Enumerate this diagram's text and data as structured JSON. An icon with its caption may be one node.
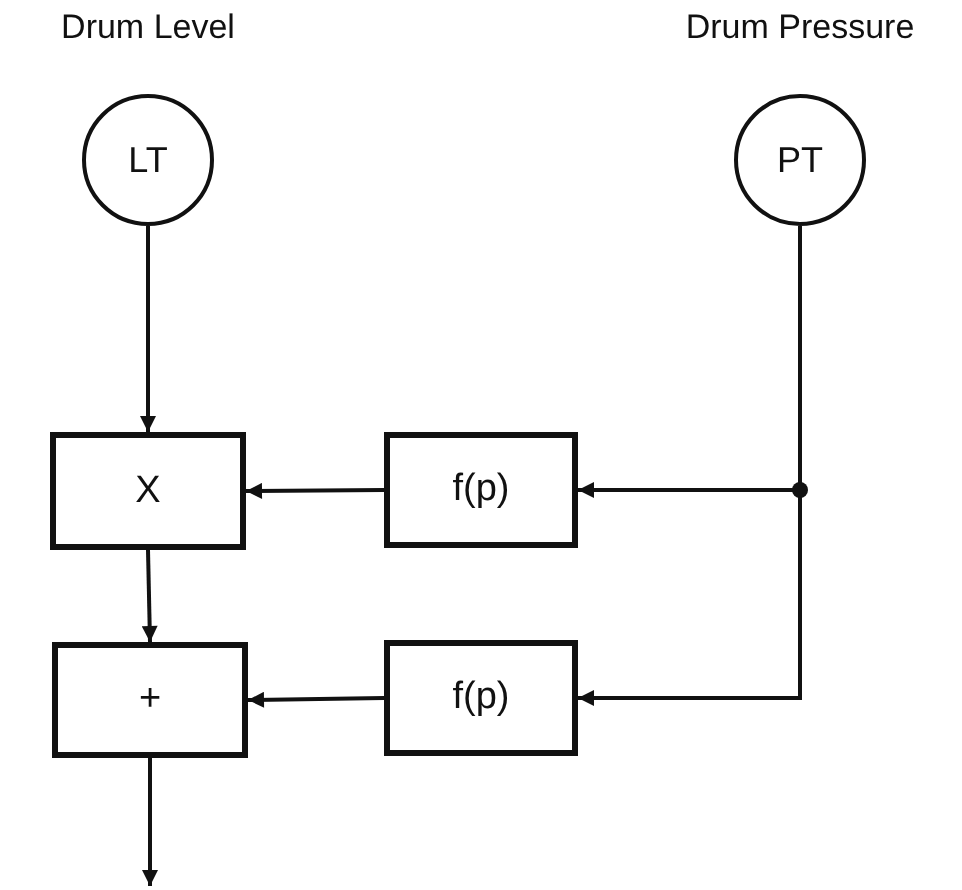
{
  "diagram": {
    "nodes": [
      {
        "text": [
          "Drum Level",
          "LT"
        ]
      },
      {
        "text": [
          "Drum Pressure",
          "PT"
        ]
      },
      {
        "text": [
          "X"
        ]
      },
      {
        "text": [
          "f(p)"
        ]
      },
      {
        "text": [
          "+"
        ]
      },
      {
        "text": [
          "f(p)"
        ]
      }
    ],
    "edges": [
      {
        "from": 0,
        "to": 2,
        "arrow": "to"
      },
      {
        "from": 1,
        "to": 3,
        "arrow": "to"
      },
      {
        "from": 3,
        "to": 2,
        "arrow": "to"
      },
      {
        "from": 2,
        "to": 4,
        "arrow": "to"
      },
      {
        "from": 1,
        "to": 5,
        "arrow": "to"
      },
      {
        "from": 5,
        "to": 4,
        "arrow": "to"
      },
      {
        "from": 4,
        "to": null,
        "arrow": "to"
      }
    ]
  }
}
